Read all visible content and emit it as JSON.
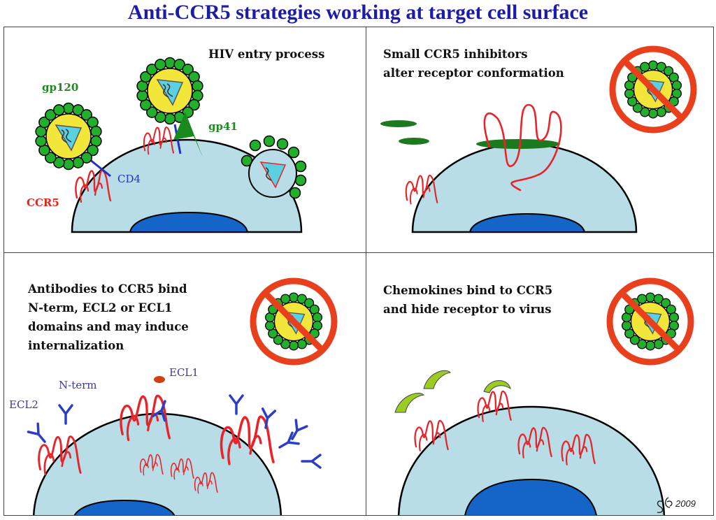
{
  "title": "Anti-CCR5 strategies working at target cell surface",
  "panels": {
    "p1": {
      "heading": "HIV entry process",
      "labels": {
        "gp120": "gp120",
        "gp41": "gp41",
        "cd4": "CD4",
        "ccr5": "CCR5"
      }
    },
    "p2": {
      "lines": [
        "Small CCR5 inhibitors",
        "alter receptor conformation"
      ]
    },
    "p3": {
      "lines": [
        "Antibodies to CCR5 bind",
        "N-term, ECL2 or ECL1",
        "domains and may induce",
        "internalization"
      ],
      "labels": {
        "ecl1": "ECL1",
        "nterm": "N-term",
        "ecl2": "ECL2"
      }
    },
    "p4": {
      "lines": [
        "Chemokines bind to CCR5",
        "and hide receptor to virus"
      ]
    }
  },
  "signature": "2009",
  "colors": {
    "title": "#1c1ca8",
    "cell": "#b8dde6",
    "nucleus": "#1565c8",
    "receptor": "#e8242a",
    "virus_core": "#f2e63a",
    "virus_bead": "#22b02c",
    "capsid": "#5ad0e0",
    "cd4": "#2030c8",
    "gp_label": "#1f8a22",
    "no_sign": "#e8401c",
    "antibody": "#2a3ec8",
    "inhibitor": "#1b7a1e",
    "chemokine": "#9acc22"
  }
}
